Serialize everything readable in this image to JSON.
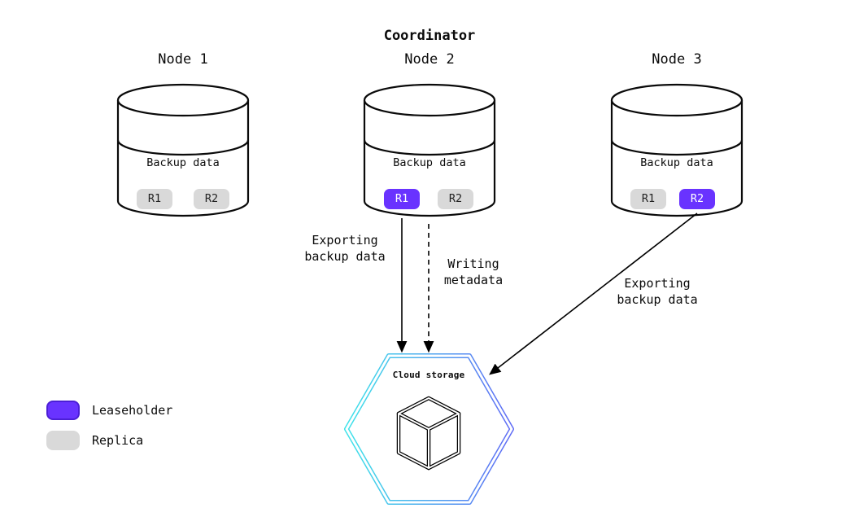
{
  "title": "Coordinator",
  "nodes": [
    {
      "label": "Node 1",
      "data_label": "Backup data",
      "replicas": [
        {
          "label": "R1",
          "type": "replica"
        },
        {
          "label": "R2",
          "type": "replica"
        }
      ]
    },
    {
      "label": "Node 2",
      "data_label": "Backup data",
      "replicas": [
        {
          "label": "R1",
          "type": "leaseholder"
        },
        {
          "label": "R2",
          "type": "replica"
        }
      ]
    },
    {
      "label": "Node 3",
      "data_label": "Backup data",
      "replicas": [
        {
          "label": "R1",
          "type": "replica"
        },
        {
          "label": "R2",
          "type": "leaseholder"
        }
      ]
    }
  ],
  "arrows": {
    "export_node2": "Exporting\nbackup data",
    "write_metadata": "Writing\nmetadata",
    "export_node3": "Exporting\nbackup data"
  },
  "cloud": {
    "label": "Cloud storage"
  },
  "legend": {
    "leaseholder": "Leaseholder",
    "replica": "Replica"
  },
  "colors": {
    "leaseholder": "#6933ff",
    "replica": "#d9d9d9",
    "hexStart": "#3fe3e9",
    "hexEnd": "#5f6bf5"
  }
}
